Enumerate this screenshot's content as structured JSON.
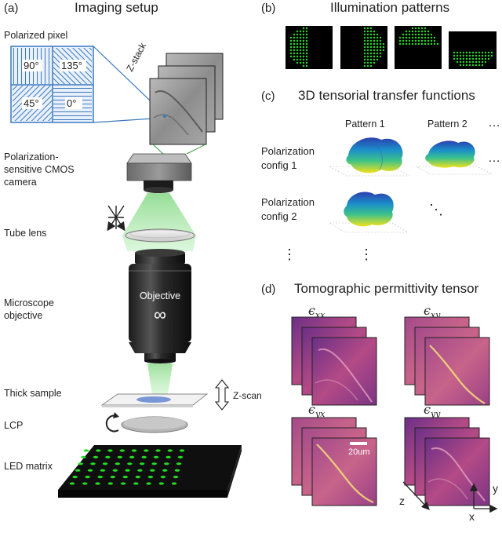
{
  "panel_a": {
    "letter": "(a)",
    "title": "Imaging setup",
    "polarized_pixel_label": "Polarized pixel",
    "angles": [
      "90°",
      "135°",
      "45°",
      "0°"
    ],
    "zstack_label": "Z-stack",
    "camera_label": [
      "Polarization-",
      "sensitive CMOS",
      "camera"
    ],
    "tube_lens_label": "Tube lens",
    "objective_label": [
      "Microscope",
      "objective"
    ],
    "objective_text": "Objective",
    "infinity_symbol": "∞",
    "sample_label": "Thick sample",
    "zscan_label": "Z-scan",
    "lcp_label": "LCP",
    "led_label": "LED matrix",
    "led_color": "#22dd22"
  },
  "panel_b": {
    "letter": "(b)",
    "title": "Illumination patterns"
  },
  "panel_c": {
    "letter": "(c)",
    "title": "3D tensorial transfer functions",
    "col_labels": [
      "Pattern 1",
      "Pattern 2"
    ],
    "row_labels": [
      [
        "Polarization",
        "config 1"
      ],
      [
        "Polarization",
        "config 2"
      ]
    ],
    "ellipsis_h": "…",
    "ellipsis_v": "⋮",
    "ellipsis_d": "⋱"
  },
  "panel_d": {
    "letter": "(d)",
    "title": "Tomographic permittivity tensor",
    "tensor_labels": [
      "ϵ_xx",
      "ϵ_xy",
      "ϵ_yx",
      "ϵ_yy"
    ],
    "tensor_symbol": "ϵ",
    "tensor_subs": [
      "xx",
      "xy",
      "yx",
      "yy"
    ],
    "scalebar_label": "20um",
    "axis_labels": [
      "z",
      "y",
      "x"
    ]
  }
}
